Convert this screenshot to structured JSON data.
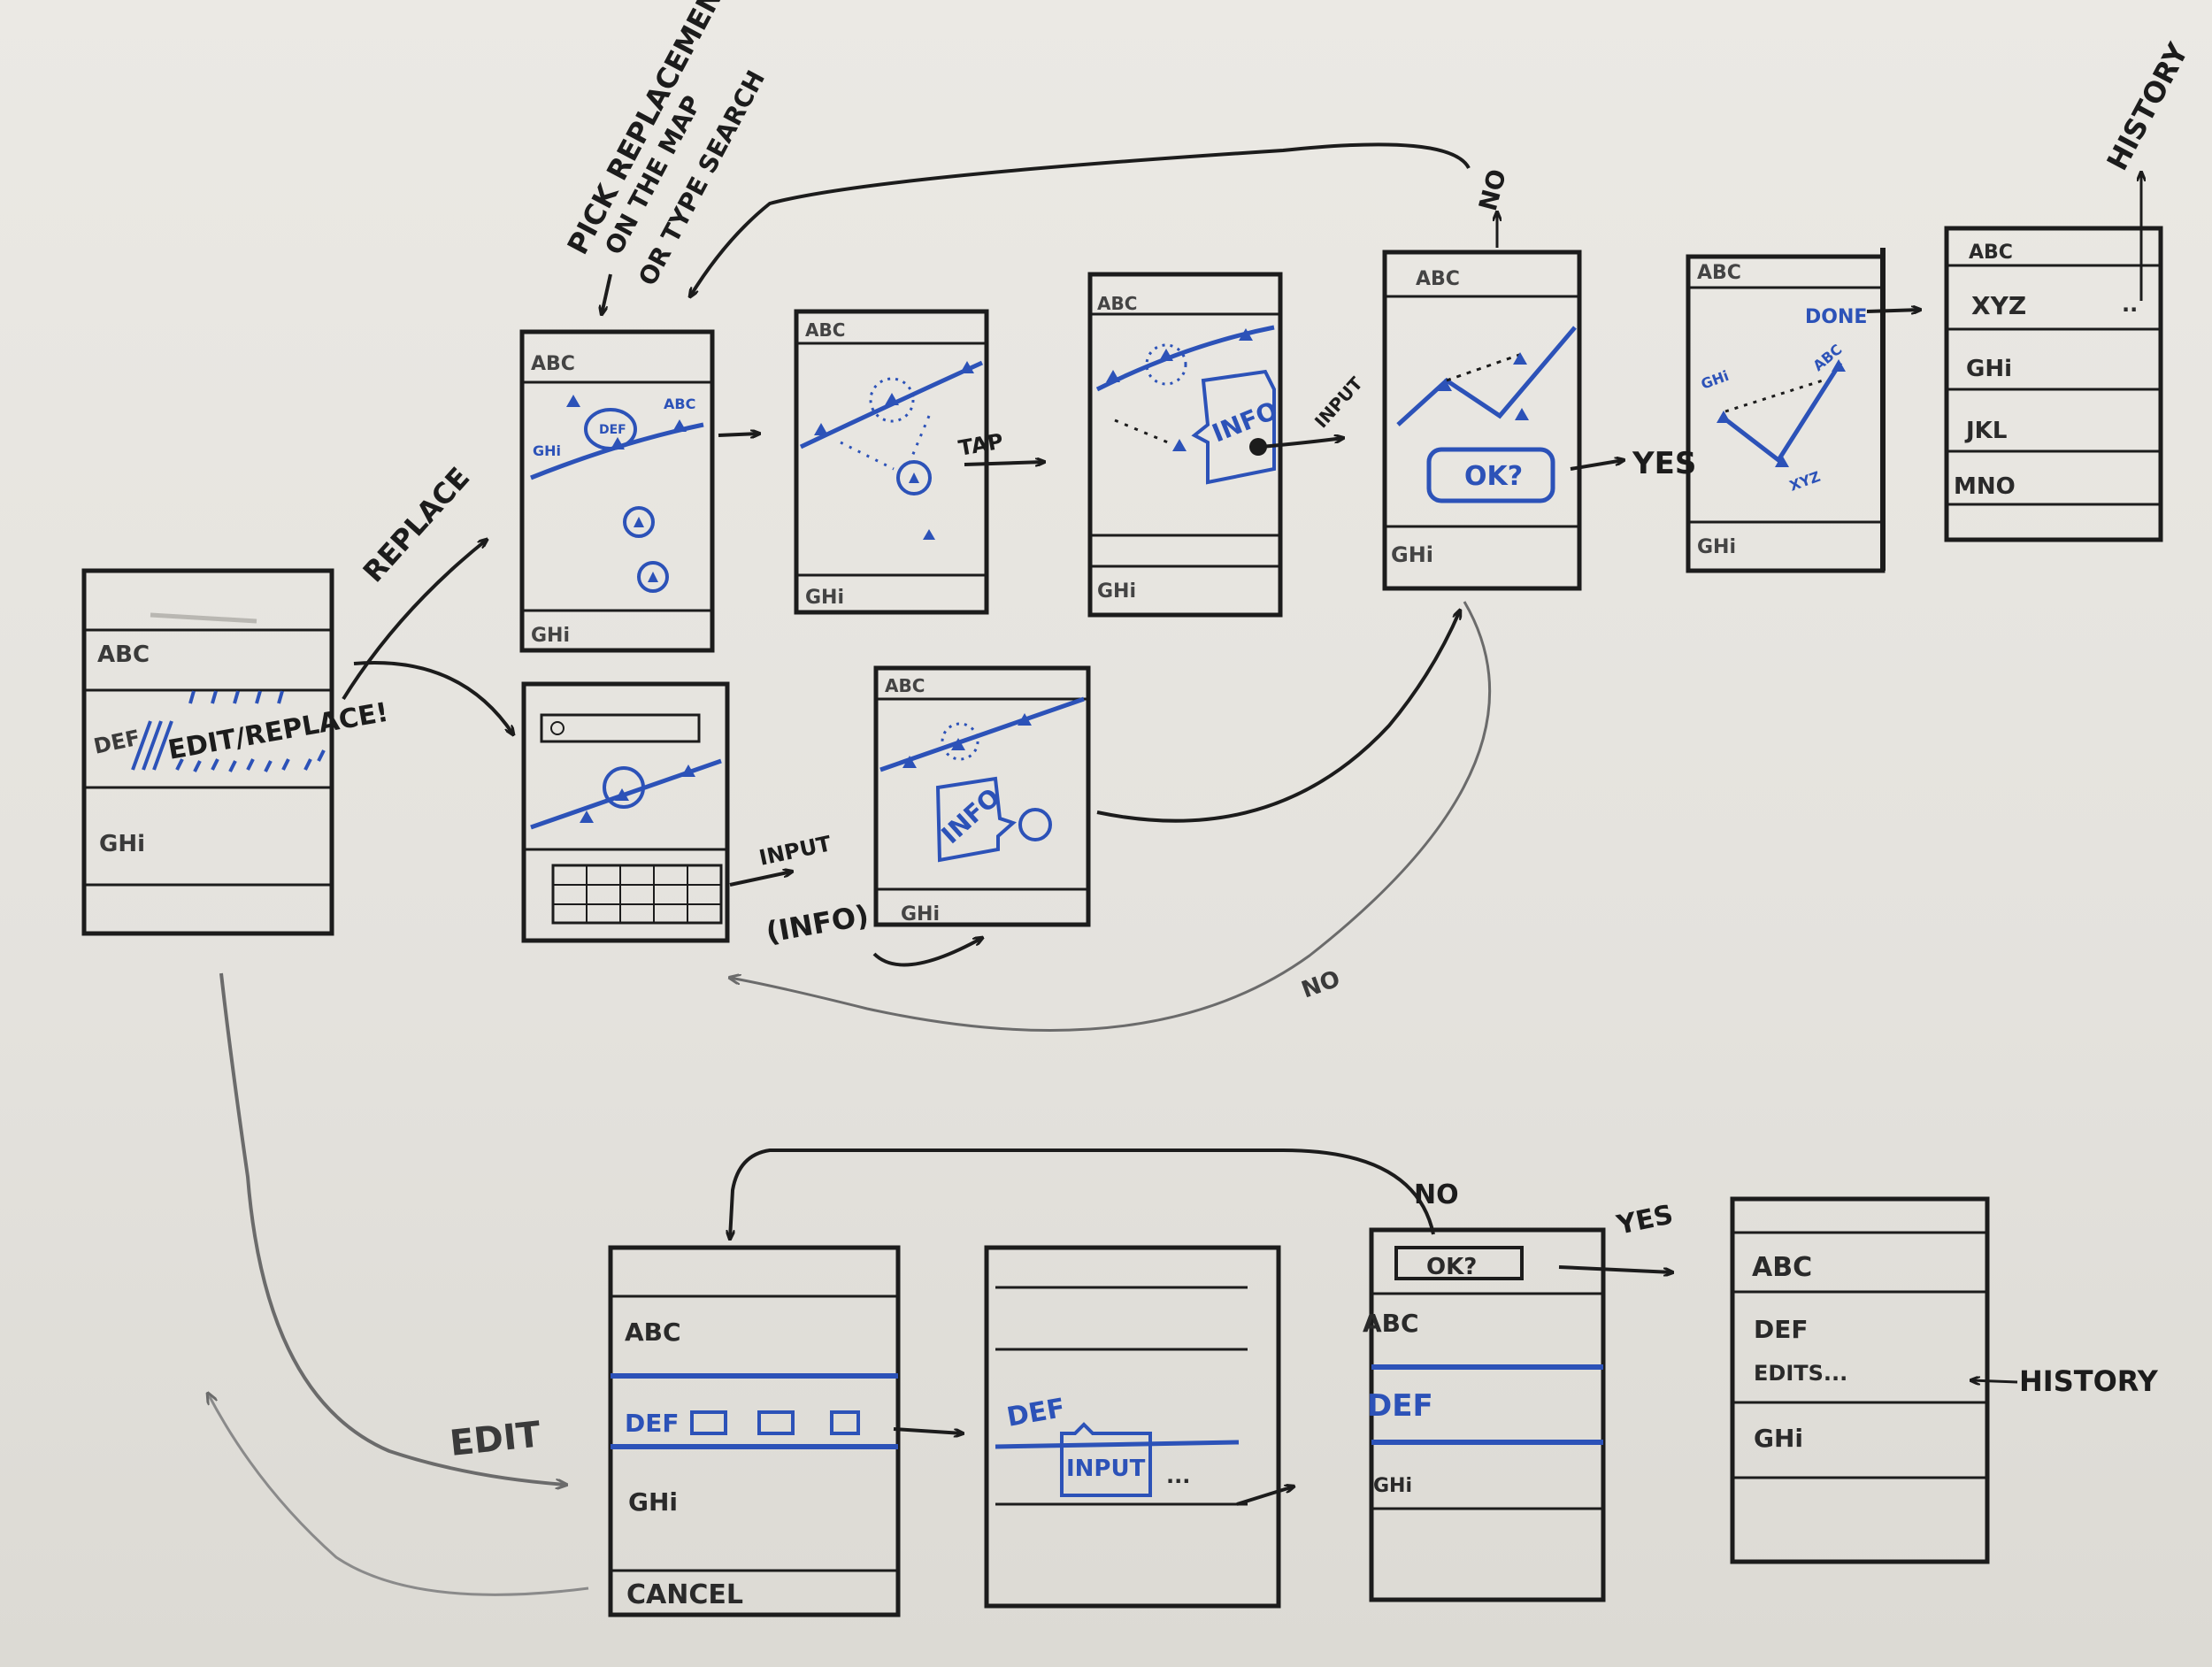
{
  "colors": {
    "ink": "#1c1c1c",
    "blue": "#2c52b8",
    "board": "#e8e6e1"
  },
  "annotations": {
    "pick_line1": "PICK REPLACEMENT",
    "pick_line2": "ON THE MAP",
    "pick_line3": "OR TYPE SEARCH",
    "replace": "REPLACE",
    "tap": "TAP",
    "input_upper": "INPUT",
    "input_lower": "INPUT",
    "info_paren": "(INFO)",
    "no_top": "NO",
    "yes_top": "YES",
    "no_mid": "NO",
    "history_top": "HISTORY",
    "edit": "EDIT",
    "no_bottom": "NO",
    "yes_bottom": "YES",
    "history_bottom": "HISTORY"
  },
  "screens": {
    "start": {
      "row1": "ABC",
      "row2": "DEF",
      "row2_note": "EDIT/REPLACE!",
      "row3": "GHi"
    },
    "map1": {
      "top": "ABC",
      "bottom": "GHi",
      "stop_left": "GHi",
      "stop_mid": "DEF",
      "stop_right": "ABC"
    },
    "map2": {
      "top": "ABC",
      "bottom": "GHi"
    },
    "map3": {
      "top": "ABC",
      "bottom": "GHi",
      "info": "INFO"
    },
    "confirm": {
      "top": "ABC",
      "bottom": "GHi",
      "ok": "OK?"
    },
    "done_map": {
      "top": "ABC",
      "bottom": "GHi",
      "done": "DONE",
      "stop_a": "GHi",
      "stop_b": "ABC",
      "stop_c": "XYZ"
    },
    "list_final": {
      "rows": [
        "ABC",
        "XYZ",
        "GHi",
        "JKL",
        "MNO"
      ],
      "dots": ".."
    },
    "search": {},
    "info_map": {
      "top": "ABC",
      "bottom": "GHi",
      "info": "INFO"
    },
    "edit1": {
      "rows": [
        "ABC",
        "DEF",
        "GHi"
      ],
      "cancel": "CANCEL"
    },
    "edit2": {
      "row": "DEF",
      "input": "INPUT",
      "dots": "..."
    },
    "edit3": {
      "ok": "OK?",
      "rows": [
        "ABC",
        "DEF",
        "GHi"
      ]
    },
    "edit4": {
      "rows": [
        "ABC",
        "DEF",
        "EDITS...",
        "GHi"
      ]
    }
  }
}
